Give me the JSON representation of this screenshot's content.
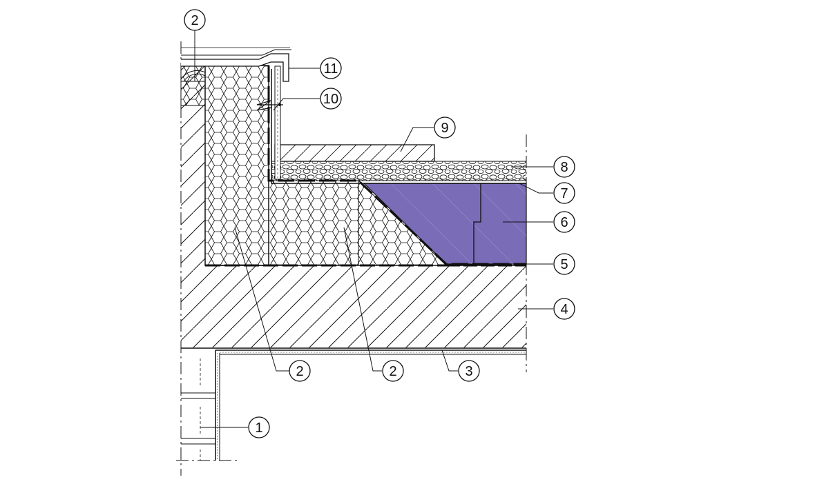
{
  "colors": {
    "line": "#111111",
    "insulation_purple": "#7B6CB8",
    "background": "#ffffff"
  },
  "callouts": [
    {
      "id": "c1",
      "label": "1"
    },
    {
      "id": "c2a",
      "label": "2"
    },
    {
      "id": "c2b",
      "label": "2"
    },
    {
      "id": "c2c",
      "label": "2"
    },
    {
      "id": "c3",
      "label": "3"
    },
    {
      "id": "c4",
      "label": "4"
    },
    {
      "id": "c5",
      "label": "5"
    },
    {
      "id": "c6",
      "label": "6"
    },
    {
      "id": "c7",
      "label": "7"
    },
    {
      "id": "c8",
      "label": "8"
    },
    {
      "id": "c9",
      "label": "9"
    },
    {
      "id": "c10",
      "label": "10"
    },
    {
      "id": "c11",
      "label": "11"
    }
  ]
}
